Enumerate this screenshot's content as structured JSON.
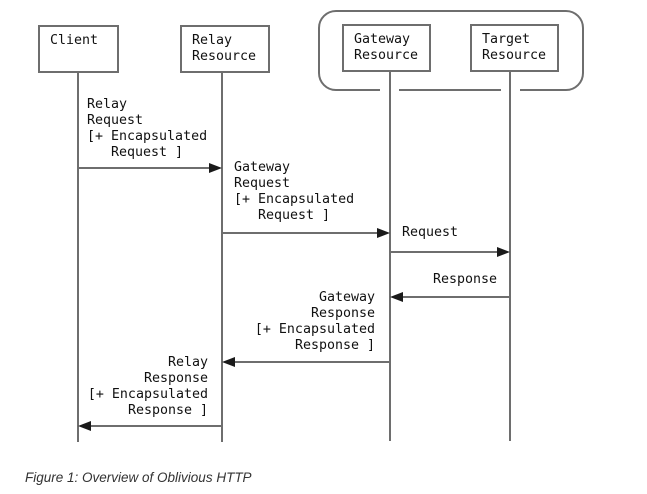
{
  "figure": {
    "caption": "Figure 1: Overview of Oblivious HTTP",
    "participants": [
      {
        "name": "Client",
        "lines": "Client"
      },
      {
        "name": "Relay Resource",
        "lines": "Relay\nResource"
      },
      {
        "name": "Gateway Resource",
        "lines": "Gateway\nResource"
      },
      {
        "name": "Target Resource",
        "lines": "Target\nResource"
      }
    ],
    "group": {
      "members": [
        "Gateway Resource",
        "Target Resource"
      ]
    },
    "messages": [
      {
        "from": "Client",
        "to": "Relay Resource",
        "direction": "right",
        "label": "Relay\nRequest\n[+ Encapsulated\n   Request ]"
      },
      {
        "from": "Relay Resource",
        "to": "Gateway Resource",
        "direction": "right",
        "label": "Gateway\nRequest\n[+ Encapsulated\n   Request ]"
      },
      {
        "from": "Gateway Resource",
        "to": "Target Resource",
        "direction": "right",
        "label": "Request"
      },
      {
        "from": "Target Resource",
        "to": "Gateway Resource",
        "direction": "left",
        "label": "Response"
      },
      {
        "from": "Gateway Resource",
        "to": "Relay Resource",
        "direction": "left",
        "label": "Gateway\nResponse\n[+ Encapsulated\nResponse ]"
      },
      {
        "from": "Relay Resource",
        "to": "Client",
        "direction": "left",
        "label": "Relay\nResponse\n[+ Encapsulated\nResponse ]"
      }
    ],
    "colors": {
      "line": "#6e6e6e",
      "arrowhead": "#1a1a1a",
      "text": "#111111",
      "caption": "#333333",
      "background": "#ffffff"
    }
  }
}
